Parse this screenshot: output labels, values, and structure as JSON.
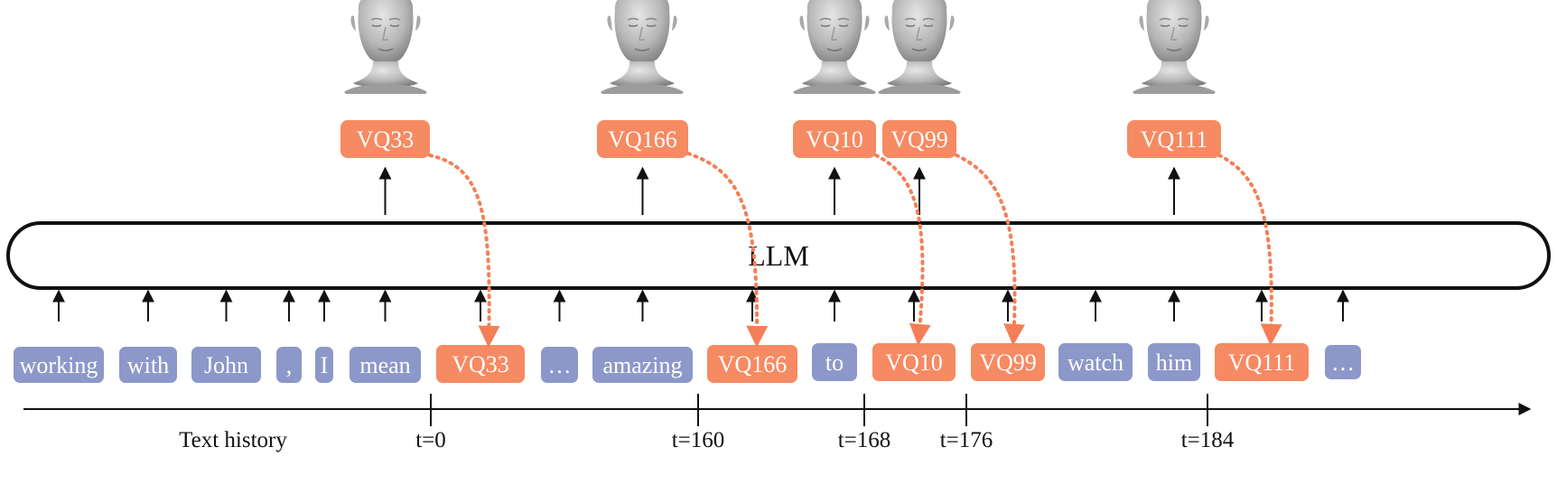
{
  "colors": {
    "text_token": "#8c98c9",
    "vq_token": "#f68a62",
    "dotted_arrow": "#f47f57",
    "arrow": "#111111",
    "head": "#bfbfbf"
  },
  "llm": {
    "label": "LLM"
  },
  "input_tokens": [
    {
      "label": "working",
      "kind": "text"
    },
    {
      "label": "with",
      "kind": "text"
    },
    {
      "label": "John",
      "kind": "text"
    },
    {
      "label": ",",
      "kind": "text"
    },
    {
      "label": "I",
      "kind": "text"
    },
    {
      "label": "mean",
      "kind": "text"
    },
    {
      "label": "VQ33",
      "kind": "vq"
    },
    {
      "label": "…",
      "kind": "text"
    },
    {
      "label": "amazing",
      "kind": "text"
    },
    {
      "label": "VQ166",
      "kind": "vq"
    },
    {
      "label": "to",
      "kind": "text"
    },
    {
      "label": "VQ10",
      "kind": "vq"
    },
    {
      "label": "VQ99",
      "kind": "vq"
    },
    {
      "label": "watch",
      "kind": "text"
    },
    {
      "label": "him",
      "kind": "text"
    },
    {
      "label": "VQ111",
      "kind": "vq"
    },
    {
      "label": "…",
      "kind": "text"
    }
  ],
  "output_tokens": [
    {
      "label": "VQ33",
      "head_icon": "face-head-icon"
    },
    {
      "label": "VQ166",
      "head_icon": "face-head-icon"
    },
    {
      "label": "VQ10",
      "head_icon": "face-head-icon"
    },
    {
      "label": "VQ99",
      "head_icon": "face-head-icon"
    },
    {
      "label": "VQ111",
      "head_icon": "face-head-icon"
    }
  ],
  "timeline": {
    "history_label": "Text history",
    "ticks": [
      "t=0",
      "t=160",
      "t=168",
      "t=176",
      "t=184"
    ]
  }
}
